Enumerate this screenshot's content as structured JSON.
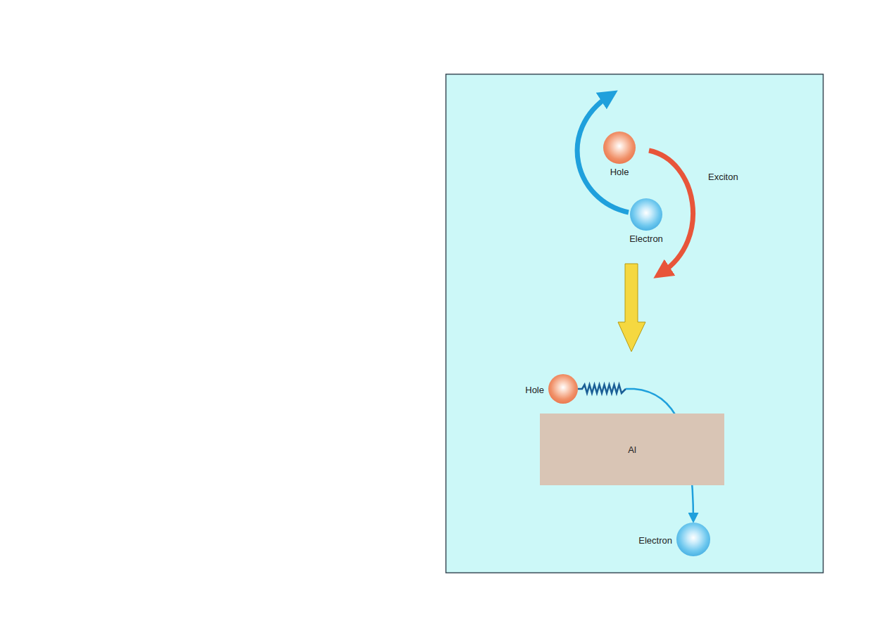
{
  "diagram": {
    "nodes": [
      {
        "text": [
          "Hole"
        ]
      },
      {
        "text": [
          "Electron"
        ]
      },
      {
        "text": [
          "Hole"
        ]
      },
      {
        "text": [
          "Al"
        ]
      },
      {
        "text": [
          "Electron"
        ]
      }
    ],
    "edges": [
      {
        "from": 2,
        "to": 4,
        "arrow": "to"
      }
    ],
    "labels": [
      "Exciton"
    ]
  }
}
